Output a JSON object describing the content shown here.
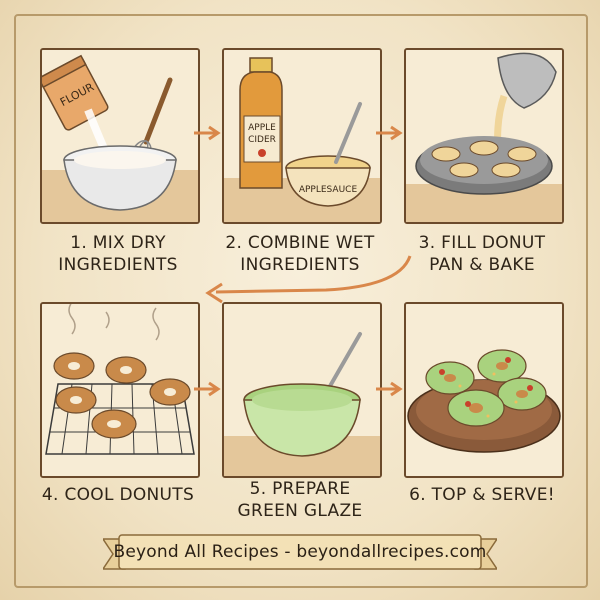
{
  "steps": [
    {
      "caption_line1": "1. MIX DRY",
      "caption_line2": "INGREDIENTS",
      "icon": "mixing-bowl-icon",
      "labels": [
        "FLOUR"
      ]
    },
    {
      "caption_line1": "2. COMBINE WET",
      "caption_line2": "INGREDIENTS",
      "icon": "cider-jug-icon",
      "labels": [
        "APPLE",
        "CIDER",
        "APPLESAUCE"
      ]
    },
    {
      "caption_line1": "3. FILL DONUT",
      "caption_line2": "PAN & BAKE",
      "icon": "donut-pan-icon",
      "labels": []
    },
    {
      "caption_line1": "4. COOL DONUTS",
      "caption_line2": "",
      "icon": "cooling-rack-icon",
      "labels": []
    },
    {
      "caption_line1": "5. PREPARE",
      "caption_line2": "GREEN GLAZE",
      "icon": "glaze-bowl-icon",
      "labels": []
    },
    {
      "caption_line1": "6. TOP & SERVE!",
      "caption_line2": "",
      "icon": "donut-plate-icon",
      "labels": []
    }
  ],
  "footer": {
    "text": "Beyond All Recipes - beyondallrecipes.com"
  },
  "colors": {
    "ink": "#2e2418",
    "panel_border": "#6b4a2b",
    "arrow": "#d9874a",
    "glaze_green": "#a9d27e",
    "parchment": "#f1e3c5"
  }
}
